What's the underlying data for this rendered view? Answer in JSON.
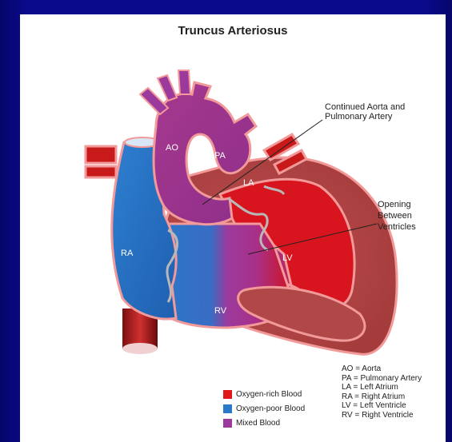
{
  "title": "Truncus Arteriosus",
  "chamber_labels": {
    "ao": "AO",
    "pa": "PA",
    "la": "LA",
    "ra": "RA",
    "lv": "LV",
    "rv": "RV"
  },
  "callouts": {
    "continued": "Continued Aorta and Pulmonary Artery",
    "opening": "Opening Between Ventricles"
  },
  "legend": [
    {
      "label": "Oxygen-rich Blood",
      "color": "#e01818"
    },
    {
      "label": "Oxygen-poor Blood",
      "color": "#2a78c8"
    },
    {
      "label": "Mixed Blood",
      "color": "#9b3a9c"
    }
  ],
  "abbreviations": [
    "AO = Aorta",
    "PA = Pulmonary Artery",
    "LA = Left Atrium",
    "RA = Right Atrium",
    "LV = Left Ventricle",
    "RV = Right Ventricle"
  ]
}
